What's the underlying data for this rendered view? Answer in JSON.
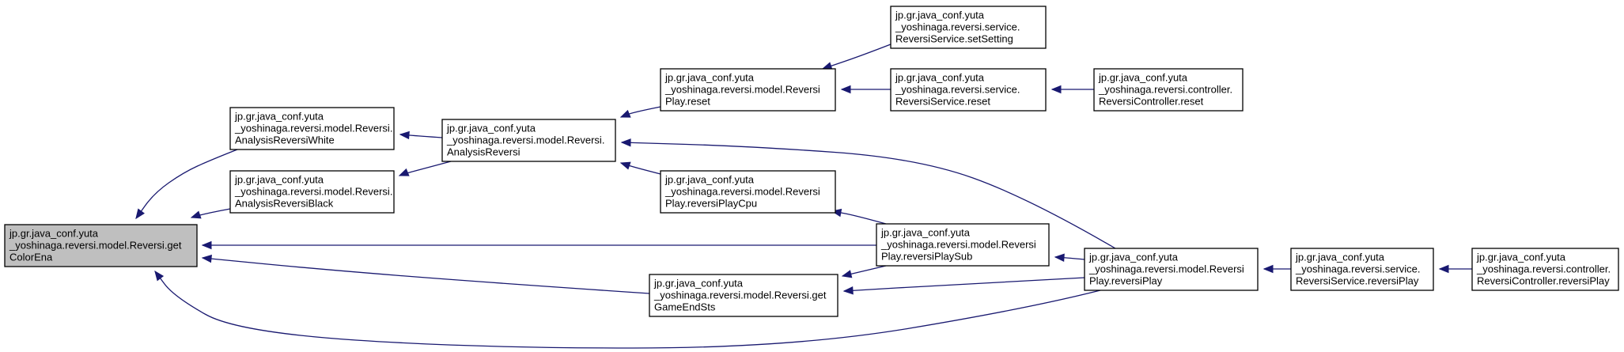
{
  "diagram": {
    "colors": {
      "edge": "#191970",
      "node_border": "#000000",
      "node_fill": "#ffffff",
      "root_fill": "#bfbfbf"
    },
    "nodes": [
      {
        "id": "getColorEna",
        "root": true,
        "lines": [
          "jp.gr.java_conf.yuta",
          "_yoshinaga.reversi.model.Reversi.get",
          "ColorEna"
        ]
      },
      {
        "id": "AnalysisReversiWhite",
        "lines": [
          "jp.gr.java_conf.yuta",
          "_yoshinaga.reversi.model.Reversi.",
          "AnalysisReversiWhite"
        ]
      },
      {
        "id": "AnalysisReversiBlack",
        "lines": [
          "jp.gr.java_conf.yuta",
          "_yoshinaga.reversi.model.Reversi.",
          "AnalysisReversiBlack"
        ]
      },
      {
        "id": "AnalysisReversi",
        "lines": [
          "jp.gr.java_conf.yuta",
          "_yoshinaga.reversi.model.Reversi.",
          "AnalysisReversi"
        ]
      },
      {
        "id": "ReversiPlayReset",
        "lines": [
          "jp.gr.java_conf.yuta",
          "_yoshinaga.reversi.model.Reversi",
          "Play.reset"
        ]
      },
      {
        "id": "ReversiPlayCpu",
        "lines": [
          "jp.gr.java_conf.yuta",
          "_yoshinaga.reversi.model.Reversi",
          "Play.reversiPlayCpu"
        ]
      },
      {
        "id": "getGameEndSts",
        "lines": [
          "jp.gr.java_conf.yuta",
          "_yoshinaga.reversi.model.Reversi.get",
          "GameEndSts"
        ]
      },
      {
        "id": "ServiceSetSetting",
        "lines": [
          "jp.gr.java_conf.yuta",
          "_yoshinaga.reversi.service.",
          "ReversiService.setSetting"
        ]
      },
      {
        "id": "ServiceReset",
        "lines": [
          "jp.gr.java_conf.yuta",
          "_yoshinaga.reversi.service.",
          "ReversiService.reset"
        ]
      },
      {
        "id": "ReversiPlaySub",
        "lines": [
          "jp.gr.java_conf.yuta",
          "_yoshinaga.reversi.model.Reversi",
          "Play.reversiPlaySub"
        ]
      },
      {
        "id": "ControllerReset",
        "lines": [
          "jp.gr.java_conf.yuta",
          "_yoshinaga.reversi.controller.",
          "ReversiController.reset"
        ]
      },
      {
        "id": "ReversiPlay",
        "lines": [
          "jp.gr.java_conf.yuta",
          "_yoshinaga.reversi.model.Reversi",
          "Play.reversiPlay"
        ]
      },
      {
        "id": "ServiceReversiPlay",
        "lines": [
          "jp.gr.java_conf.yuta",
          "_yoshinaga.reversi.service.",
          "ReversiService.reversiPlay"
        ]
      },
      {
        "id": "ControllerReversiPlay",
        "lines": [
          "jp.gr.java_conf.yuta",
          "_yoshinaga.reversi.controller.",
          "ReversiController.reversiPlay"
        ]
      }
    ],
    "edges": [
      {
        "from": "AnalysisReversiWhite",
        "to": "getColorEna"
      },
      {
        "from": "AnalysisReversiBlack",
        "to": "getColorEna"
      },
      {
        "from": "ReversiPlaySub",
        "to": "getColorEna"
      },
      {
        "from": "getGameEndSts",
        "to": "getColorEna"
      },
      {
        "from": "ReversiPlay",
        "to": "getColorEna"
      },
      {
        "from": "AnalysisReversi",
        "to": "AnalysisReversiWhite"
      },
      {
        "from": "AnalysisReversi",
        "to": "AnalysisReversiBlack"
      },
      {
        "from": "ReversiPlayReset",
        "to": "AnalysisReversi"
      },
      {
        "from": "ReversiPlayCpu",
        "to": "AnalysisReversi"
      },
      {
        "from": "ReversiPlay",
        "to": "AnalysisReversi"
      },
      {
        "from": "ServiceSetSetting",
        "to": "ReversiPlayReset"
      },
      {
        "from": "ServiceReset",
        "to": "ReversiPlayReset"
      },
      {
        "from": "ControllerReset",
        "to": "ServiceReset"
      },
      {
        "from": "ReversiPlaySub",
        "to": "ReversiPlayCpu"
      },
      {
        "from": "ReversiPlaySub",
        "to": "getGameEndSts"
      },
      {
        "from": "ReversiPlay",
        "to": "getGameEndSts"
      },
      {
        "from": "ReversiPlay",
        "to": "ReversiPlaySub"
      },
      {
        "from": "ServiceReversiPlay",
        "to": "ReversiPlay"
      },
      {
        "from": "ControllerReversiPlay",
        "to": "ServiceReversiPlay"
      }
    ]
  }
}
